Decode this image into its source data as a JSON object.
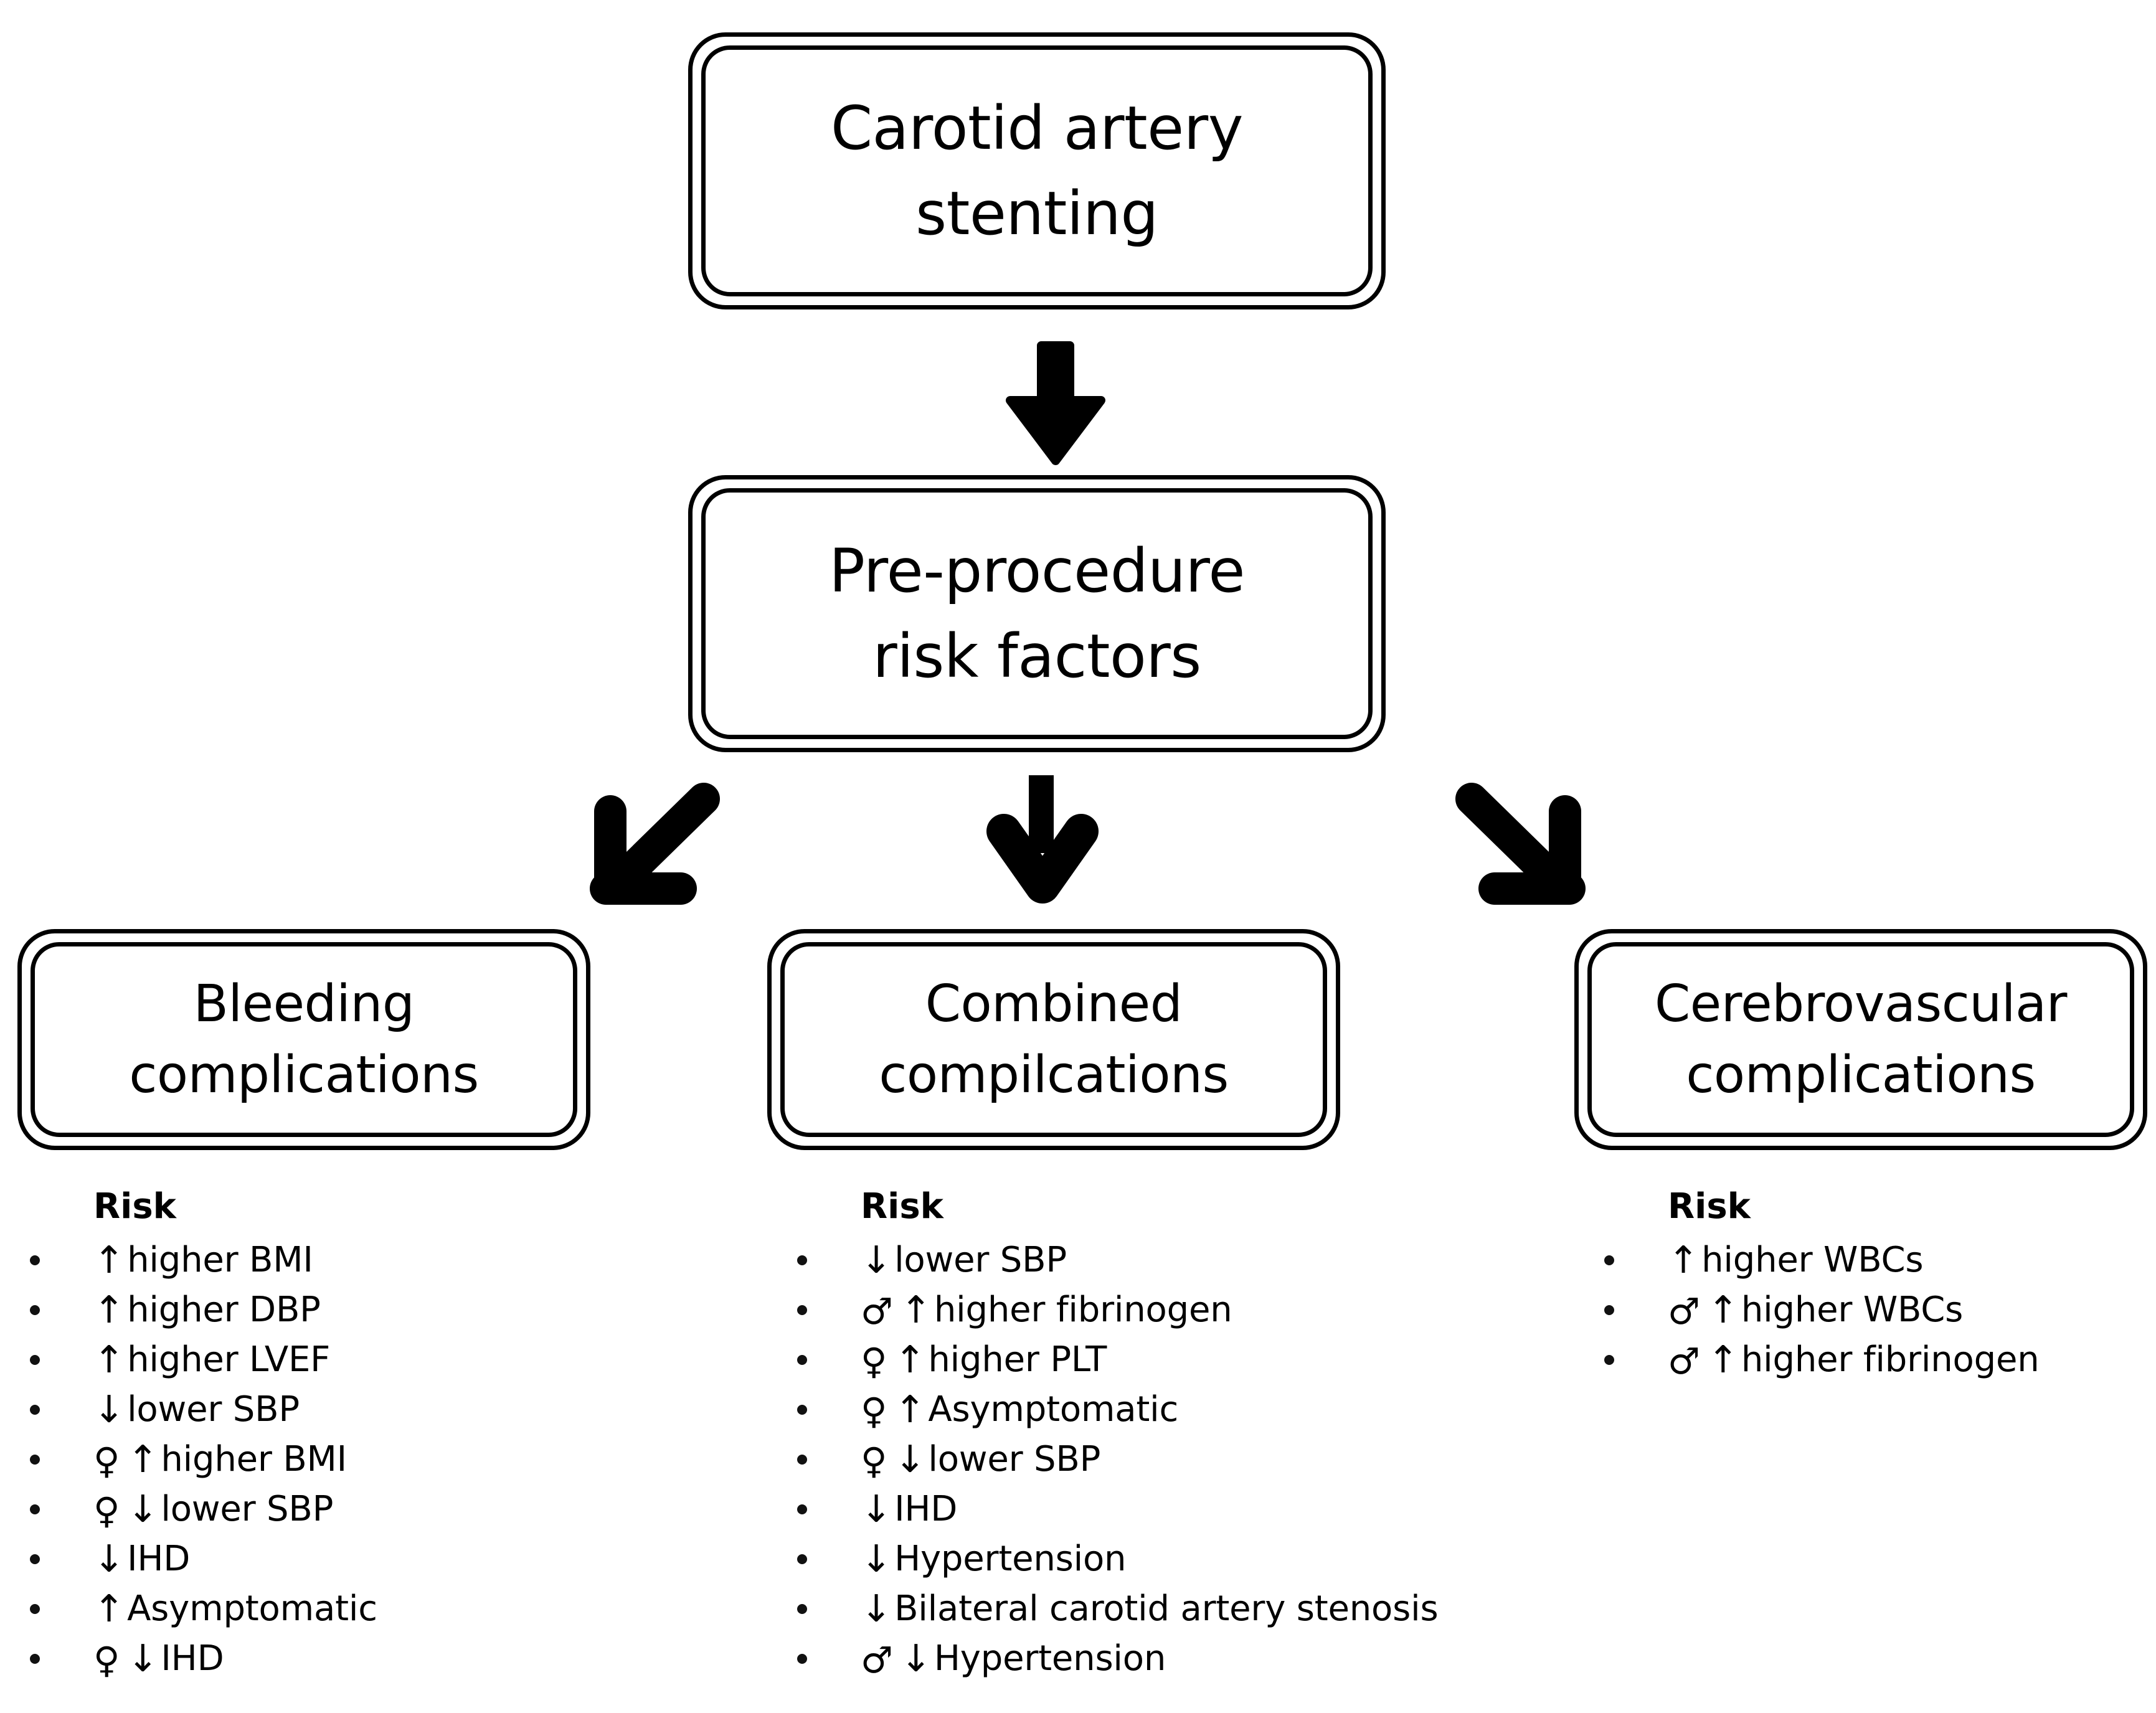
{
  "diagram": {
    "title_node": {
      "label": "Carotid artery\nstenting"
    },
    "middle_node": {
      "label": "Pre-procedure\nrisk factors"
    },
    "outcome_nodes": [
      {
        "label": "Bleeding\ncomplications"
      },
      {
        "label": "Combined\ncompilcations"
      },
      {
        "label": "Cerebrovascular\ncomplications"
      }
    ],
    "arrows": [
      {
        "name": "arrow-stenting-to-riskfactors",
        "direction": "down"
      },
      {
        "name": "arrow-riskfactors-to-bleeding",
        "direction": "down-left"
      },
      {
        "name": "arrow-riskfactors-to-combined",
        "direction": "down"
      },
      {
        "name": "arrow-riskfactors-to-cerebrovascular",
        "direction": "down-right"
      }
    ],
    "columns": [
      {
        "name": "bleeding-complications-risks",
        "heading": "Risk",
        "items": [
          {
            "sex": "",
            "dir": "↑",
            "text": "higher BMI"
          },
          {
            "sex": "",
            "dir": "↑",
            "text": "higher DBP"
          },
          {
            "sex": "",
            "dir": "↑",
            "text": "higher LVEF"
          },
          {
            "sex": "",
            "dir": "↓",
            "text": "lower SBP"
          },
          {
            "sex": "♀",
            "dir": "↑",
            "text": "higher BMI"
          },
          {
            "sex": "♀",
            "dir": "↓",
            "text": "lower SBP"
          },
          {
            "sex": "",
            "dir": "↓",
            "text": "IHD"
          },
          {
            "sex": "",
            "dir": "↑",
            "text": "Asymptomatic"
          },
          {
            "sex": "♀",
            "dir": "↓",
            "text": "IHD"
          }
        ]
      },
      {
        "name": "combined-complications-risks",
        "heading": "Risk",
        "items": [
          {
            "sex": "",
            "dir": "↓",
            "text": "lower SBP"
          },
          {
            "sex": "♂",
            "dir": "↑",
            "text": "higher fibrinogen"
          },
          {
            "sex": "♀",
            "dir": "↑",
            "text": "higher PLT"
          },
          {
            "sex": "♀",
            "dir": "↑",
            "text": "Asymptomatic"
          },
          {
            "sex": "♀",
            "dir": "↓",
            "text": "lower SBP"
          },
          {
            "sex": "",
            "dir": "↓",
            "text": "IHD"
          },
          {
            "sex": "",
            "dir": "↓",
            "text": "Hypertension"
          },
          {
            "sex": "",
            "dir": "↓",
            "text": "Bilateral carotid artery stenosis"
          },
          {
            "sex": "♂",
            "dir": "↓",
            "text": "Hypertension"
          }
        ]
      },
      {
        "name": "cerebrovascular-complications-risks",
        "heading": "Risk",
        "items": [
          {
            "sex": "",
            "dir": "↑",
            "text": "higher WBCs"
          },
          {
            "sex": "♂",
            "dir": "↑",
            "text": "higher WBCs"
          },
          {
            "sex": "♂",
            "dir": "↑",
            "text": "higher fibrinogen"
          }
        ]
      }
    ],
    "colors": {
      "stroke": "#000000",
      "background": "#ffffff",
      "text": "#000000",
      "bullet": "#111111"
    }
  }
}
